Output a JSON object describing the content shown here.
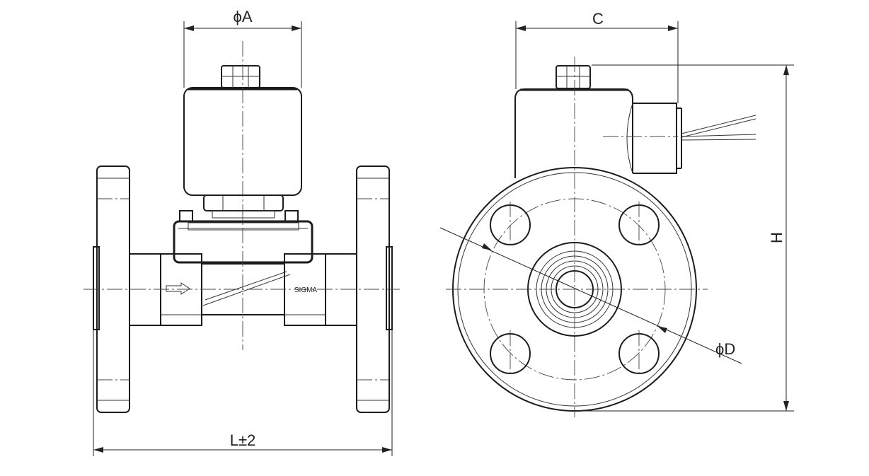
{
  "dimensions": {
    "coil_diameter": "ϕA",
    "width": "C",
    "height": "H",
    "length": "L±2",
    "bolt_circle_diameter": "ϕD"
  },
  "body_marking": "SIGMA",
  "icons": {
    "flow_arrow": "flow-direction-arrow-icon"
  }
}
